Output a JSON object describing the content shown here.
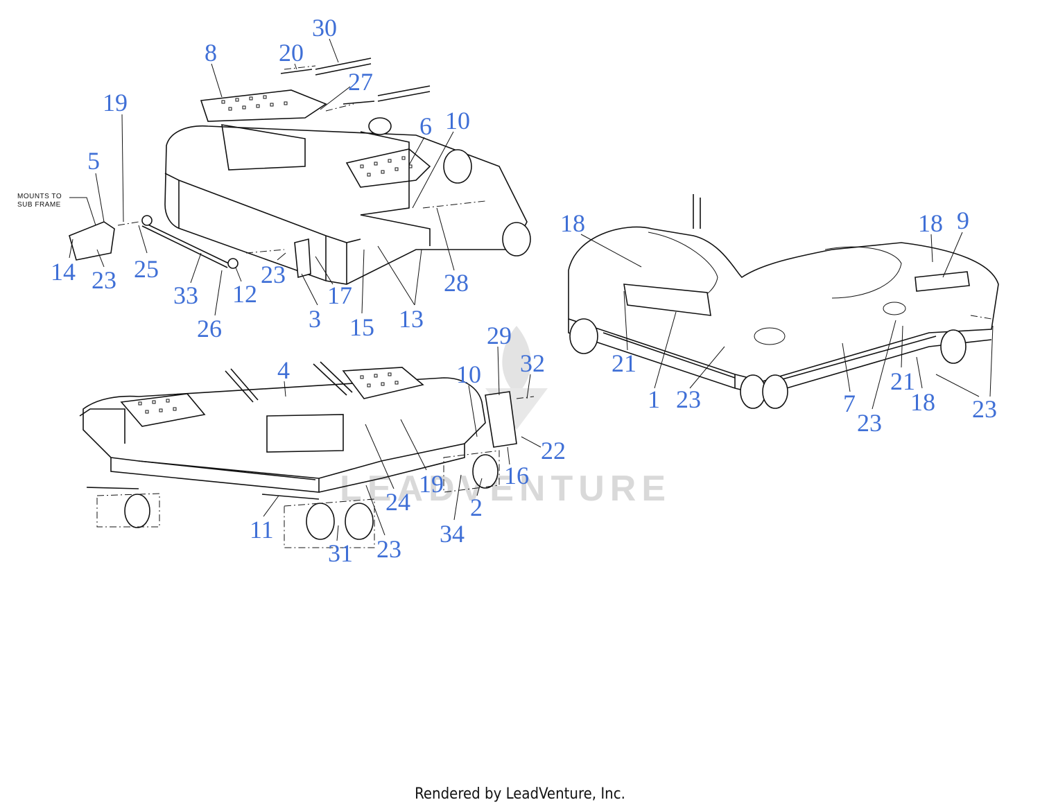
{
  "callout_color": "#3f6fd6",
  "note": {
    "line1": "MOUNTS TO",
    "line2": "SUB FRAME"
  },
  "watermark": "LEADVENTURE",
  "footer": "Rendered by LeadVenture, Inc.",
  "callouts_top": [
    "30",
    "20",
    "8",
    "27",
    "19",
    "6",
    "10",
    "5",
    "14",
    "23",
    "25",
    "33",
    "12",
    "26",
    "23",
    "17",
    "3",
    "15",
    "13",
    "28"
  ],
  "callouts_right": [
    "18",
    "18",
    "9",
    "21",
    "1",
    "23",
    "7",
    "23",
    "21",
    "18",
    "23"
  ],
  "callouts_bottom": [
    "29",
    "32",
    "4",
    "10",
    "22",
    "16",
    "19",
    "24",
    "2",
    "34",
    "11",
    "31",
    "23"
  ]
}
